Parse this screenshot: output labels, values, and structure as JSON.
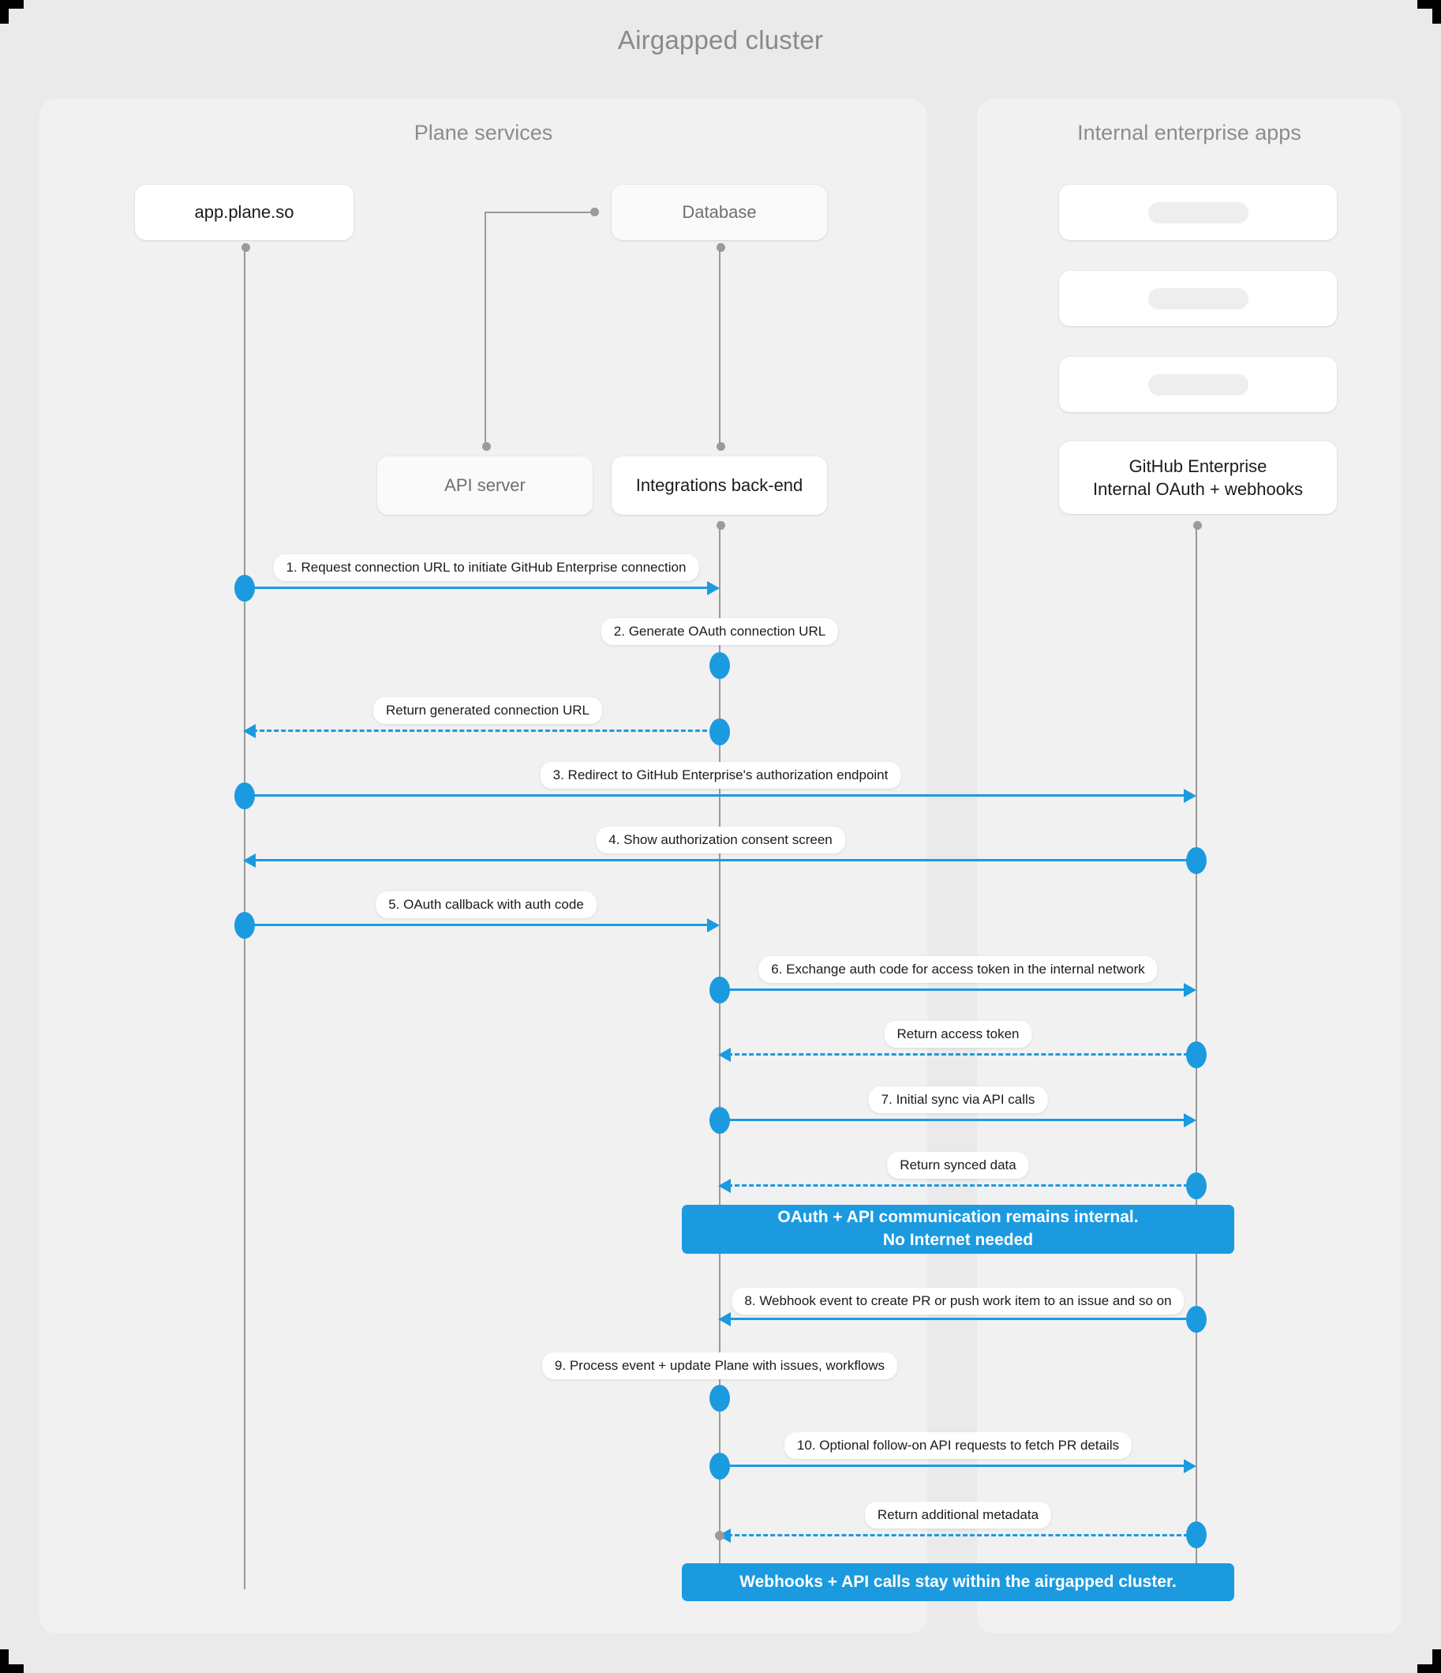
{
  "title": "Airgapped cluster",
  "panels": {
    "left": {
      "title": "Plane services"
    },
    "right": {
      "title": "Internal enterprise apps"
    }
  },
  "participants": [
    {
      "id": "app",
      "label": "app.plane.so"
    },
    {
      "id": "db",
      "label": "Database"
    },
    {
      "id": "api",
      "label": "API server"
    },
    {
      "id": "integrations",
      "label": "Integrations back-end"
    },
    {
      "id": "ghost1",
      "label": ""
    },
    {
      "id": "ghost2",
      "label": ""
    },
    {
      "id": "ghost3",
      "label": ""
    },
    {
      "id": "ghe",
      "label_line1": "GitHub Enterprise",
      "label_line2": "Internal OAuth + webhooks"
    }
  ],
  "messages": [
    {
      "n": 1,
      "label": "1. Request connection URL to initiate GitHub Enterprise connection",
      "from": "app",
      "to": "integrations",
      "style": "solid"
    },
    {
      "n": 2,
      "label": "2. Generate OAuth connection URL",
      "from": "integrations",
      "to": "integrations",
      "style": "self"
    },
    {
      "n": 3,
      "label": "Return generated connection URL",
      "from": "integrations",
      "to": "app",
      "style": "dashed"
    },
    {
      "n": 4,
      "label": "3. Redirect to GitHub Enterprise's authorization endpoint",
      "from": "app",
      "to": "ghe",
      "style": "solid"
    },
    {
      "n": 5,
      "label": "4. Show authorization consent screen",
      "from": "ghe",
      "to": "app",
      "style": "solid"
    },
    {
      "n": 6,
      "label": "5. OAuth callback with auth code",
      "from": "app",
      "to": "integrations",
      "style": "solid"
    },
    {
      "n": 7,
      "label": "6. Exchange auth code for access token in the internal network",
      "from": "integrations",
      "to": "ghe",
      "style": "solid"
    },
    {
      "n": 8,
      "label": "Return access token",
      "from": "ghe",
      "to": "integrations",
      "style": "dashed"
    },
    {
      "n": 9,
      "label": "7. Initial sync via API calls",
      "from": "integrations",
      "to": "ghe",
      "style": "solid"
    },
    {
      "n": 10,
      "label": "Return synced data",
      "from": "ghe",
      "to": "integrations",
      "style": "dashed"
    },
    {
      "n": 11,
      "label": "8. Webhook event to create PR  or push work item to an issue  and so on",
      "from": "ghe",
      "to": "integrations",
      "style": "solid"
    },
    {
      "n": 12,
      "label": "9. Process event + update Plane with issues, workflows",
      "from": "integrations",
      "to": "integrations",
      "style": "self"
    },
    {
      "n": 13,
      "label": "10. Optional follow-on API requests to fetch PR details",
      "from": "integrations",
      "to": "ghe",
      "style": "solid"
    },
    {
      "n": 14,
      "label": "Return additional metadata",
      "from": "ghe",
      "to": "integrations",
      "style": "dashed"
    }
  ],
  "notes": [
    {
      "id": "note1",
      "line1": "OAuth + API communication remains internal.",
      "line2": "No Internet needed"
    },
    {
      "id": "note2",
      "line1": "Webhooks + API calls stay within the airgapped cluster.",
      "line2": ""
    }
  ],
  "colors": {
    "accent": "#1b9ae0",
    "canvas_bg": "#eaeaea",
    "panel_bg": "#f1f1f1",
    "lifeline": "#9a9a9a",
    "node_bg": "#ffffff",
    "title_text": "#8a8a8a"
  }
}
